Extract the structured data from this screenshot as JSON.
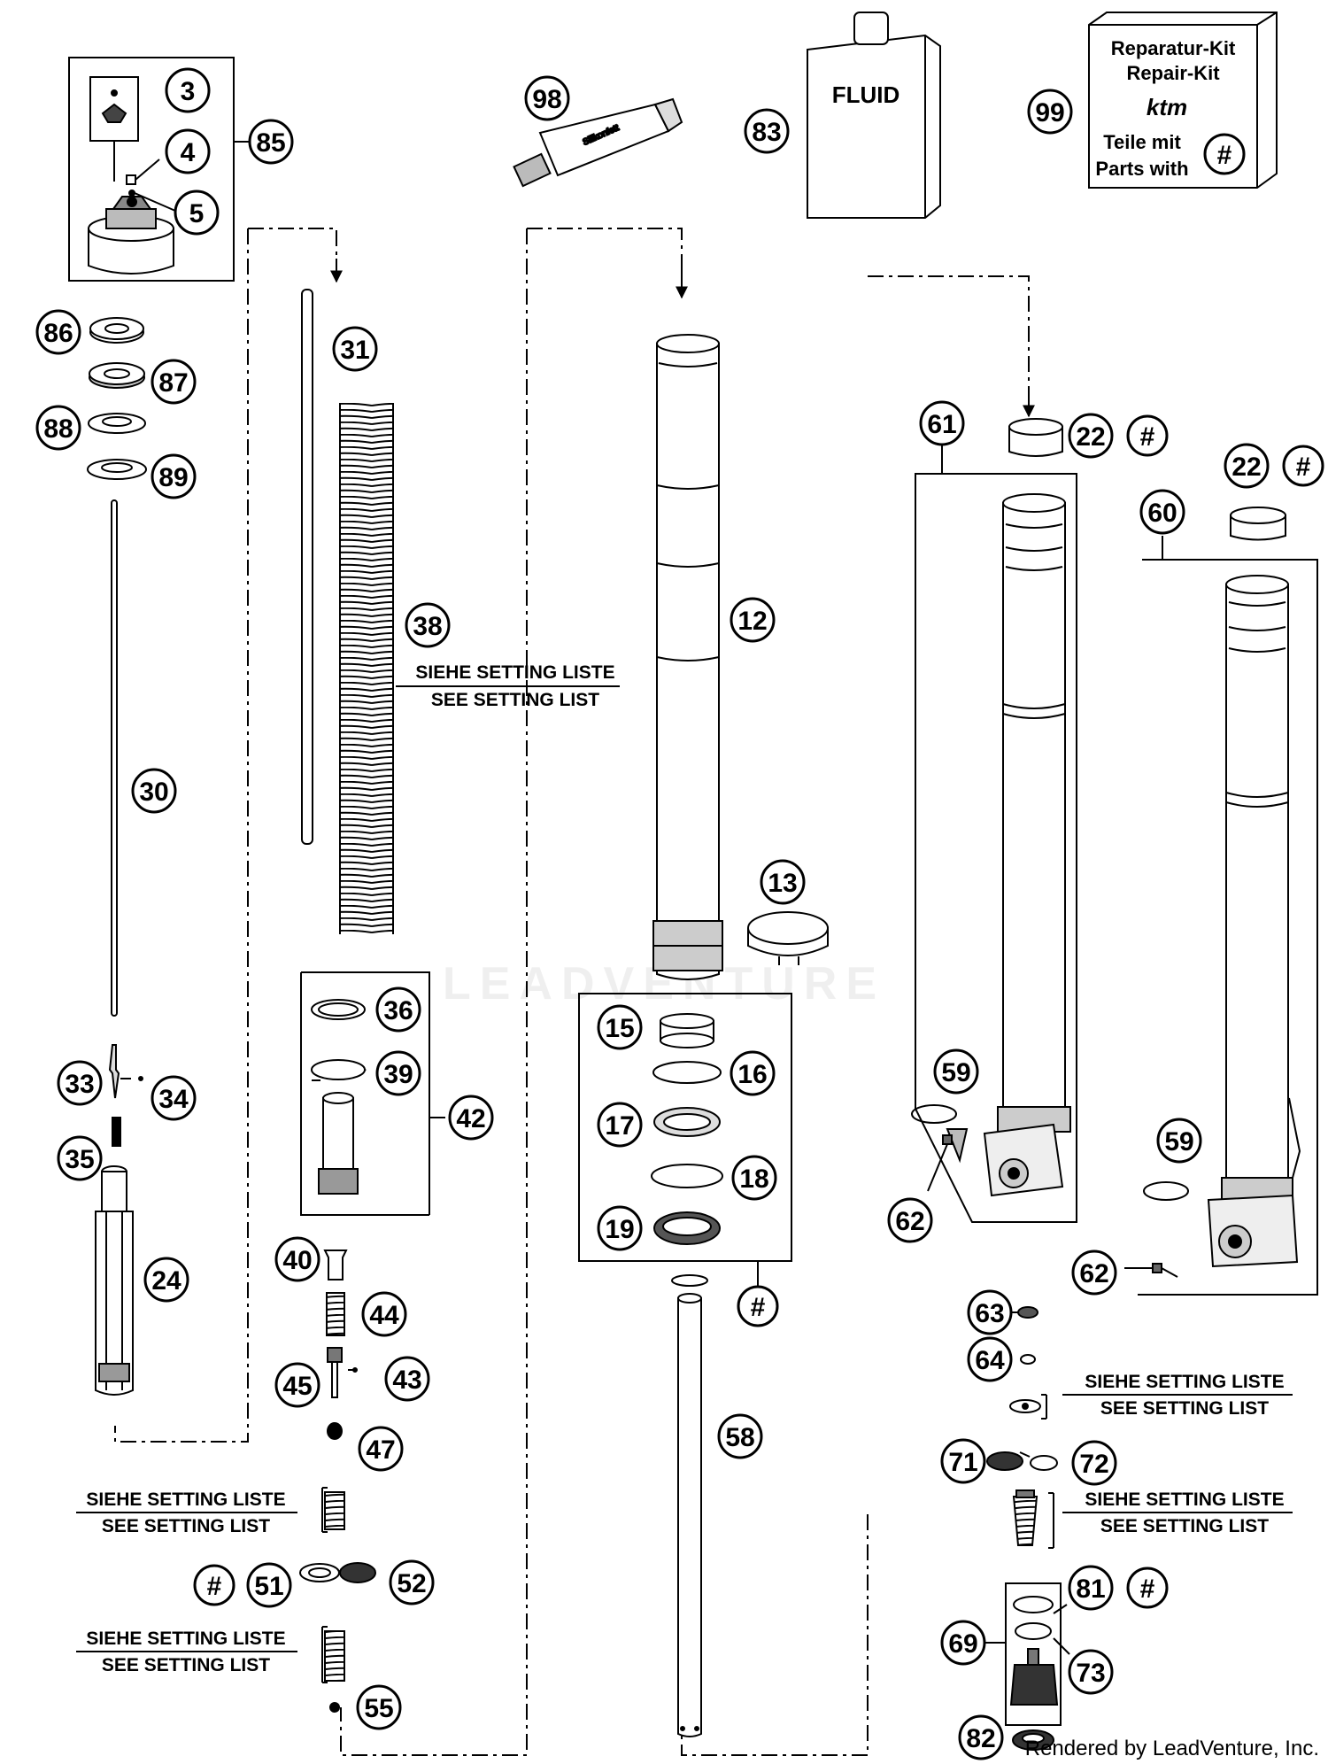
{
  "parts": {
    "p3": "3",
    "p4": "4",
    "p5": "5",
    "p85": "85",
    "p86": "86",
    "p87": "87",
    "p88": "88",
    "p89": "89",
    "p30": "30",
    "p31": "31",
    "p38": "38",
    "p98": "98",
    "p83": "83",
    "p99": "99",
    "p12": "12",
    "p13": "13",
    "p15": "15",
    "p16": "16",
    "p17": "17",
    "p18": "18",
    "p19": "19",
    "p58": "58",
    "p61": "61",
    "p60": "60",
    "p22a": "22",
    "p22b": "22",
    "p59a": "59",
    "p59b": "59",
    "p62a": "62",
    "p62b": "62",
    "p63": "63",
    "p64": "64",
    "p71": "71",
    "p72": "72",
    "p69": "69",
    "p81": "81",
    "p73": "73",
    "p82": "82",
    "p33": "33",
    "p34": "34",
    "p35": "35",
    "p24": "24",
    "p36": "36",
    "p39": "39",
    "p42": "42",
    "p40": "40",
    "p44": "44",
    "p45": "45",
    "p43": "43",
    "p47": "47",
    "p51": "51",
    "p52": "52",
    "p55": "55"
  },
  "kit_marker": "#",
  "labels": {
    "fluid": "FLUID",
    "repair_kit_de": "Reparatur-Kit",
    "repair_kit_en": "Repair-Kit",
    "brand": "ktm",
    "parts_de": "Teile mit",
    "parts_en": "Parts with",
    "grease_tube": "Silikonfett"
  },
  "notes": {
    "de": "SIEHE SETTING LISTE",
    "en": "SEE SETTING LIST"
  },
  "watermark": "LEADVENTURE",
  "credit": "Rendered by LeadVenture, Inc."
}
